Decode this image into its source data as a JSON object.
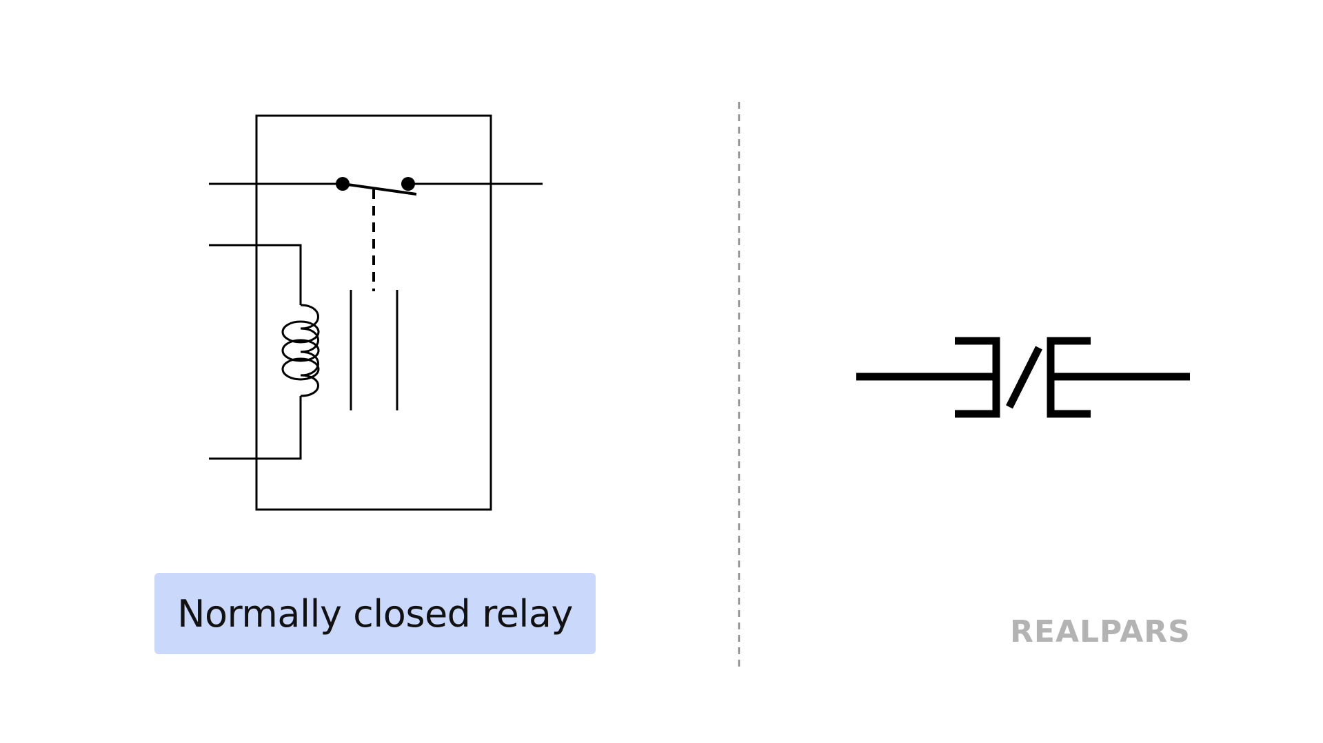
{
  "caption": {
    "label": "Normally closed relay",
    "background": "#c9d8fb"
  },
  "logo": {
    "text": "REALPARS",
    "color": "#b3b3b3"
  },
  "colors": {
    "line": "#000000",
    "divider": "#8a8a8a"
  },
  "symbols": {
    "left": "relay-schematic-normally-closed",
    "right": "normally-closed-contact"
  }
}
